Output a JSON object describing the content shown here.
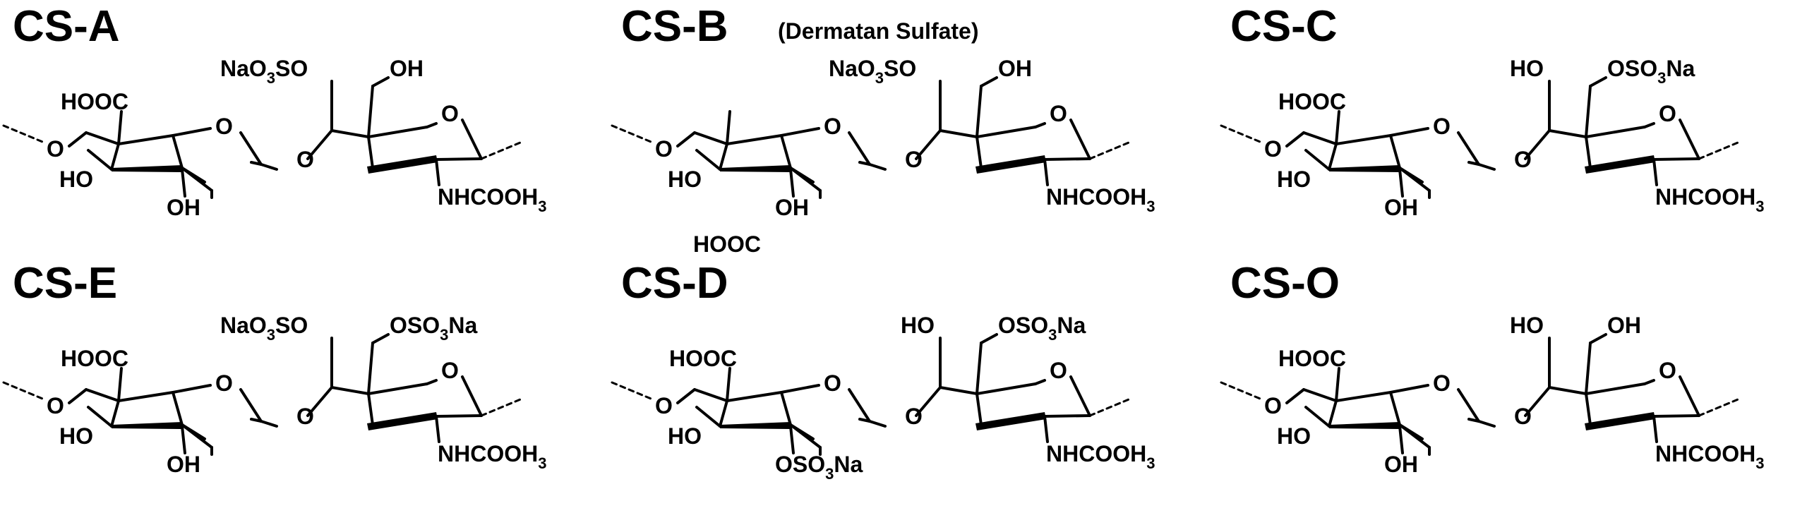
{
  "colors": {
    "ink": "#000000",
    "background": "#ffffff"
  },
  "panels": [
    {
      "title": "CS-A",
      "note": "",
      "labels": {
        "linkO": "O",
        "ho": "HO",
        "oh": "OH",
        "cooh": "HOOC",
        "ring1_o": "O",
        "bridge_o": "O",
        "ring2_o": "O",
        "sub4_pre": "NaO",
        "sub4_s1": "3",
        "sub4_post": "SO",
        "sub6_pre": "OH",
        "sub6_s1": "",
        "sub6_post": "",
        "nh_pre": "NHCOOH",
        "nh_s": "3",
        "sub2_pre": "",
        "sub2_s": "",
        "sub2_post": ""
      }
    },
    {
      "title": "CS-B",
      "note": "(Dermatan Sulfate)",
      "labels": {
        "linkO": "O",
        "ho": "HO",
        "oh": "OH",
        "cooh": "HOOC",
        "ring1_o": "O",
        "bridge_o": "O",
        "ring2_o": "O",
        "sub4_pre": "NaO",
        "sub4_s1": "3",
        "sub4_post": "SO",
        "sub6_pre": "OH",
        "sub6_s1": "",
        "sub6_post": "",
        "nh_pre": "NHCOOH",
        "nh_s": "3",
        "sub2_pre": "",
        "sub2_s": "",
        "sub2_post": ""
      }
    },
    {
      "title": "CS-C",
      "note": "",
      "labels": {
        "linkO": "O",
        "ho": "HO",
        "oh": "OH",
        "cooh": "HOOC",
        "ring1_o": "O",
        "bridge_o": "O",
        "ring2_o": "O",
        "sub4_pre": "HO",
        "sub4_s1": "",
        "sub4_post": "",
        "sub6_pre": "OSO",
        "sub6_s1": "3",
        "sub6_post": "Na",
        "nh_pre": "NHCOOH",
        "nh_s": "3",
        "sub2_pre": "",
        "sub2_s": "",
        "sub2_post": ""
      }
    },
    {
      "title": "CS-E",
      "note": "",
      "labels": {
        "linkO": "O",
        "ho": "HO",
        "oh": "OH",
        "cooh": "HOOC",
        "ring1_o": "O",
        "bridge_o": "O",
        "ring2_o": "O",
        "sub4_pre": "NaO",
        "sub4_s1": "3",
        "sub4_post": "SO",
        "sub6_pre": "OSO",
        "sub6_s1": "3",
        "sub6_post": "Na",
        "nh_pre": "NHCOOH",
        "nh_s": "3",
        "sub2_pre": "",
        "sub2_s": "",
        "sub2_post": ""
      }
    },
    {
      "title": "CS-D",
      "note": "",
      "labels": {
        "linkO": "O",
        "ho": "HO",
        "oh": "",
        "cooh": "HOOC",
        "ring1_o": "O",
        "bridge_o": "O",
        "ring2_o": "O",
        "sub4_pre": "HO",
        "sub4_s1": "",
        "sub4_post": "",
        "sub6_pre": "OSO",
        "sub6_s1": "3",
        "sub6_post": "Na",
        "nh_pre": "NHCOOH",
        "nh_s": "3",
        "sub2_pre": "OSO",
        "sub2_s": "3",
        "sub2_post": "Na"
      }
    },
    {
      "title": "CS-O",
      "note": "",
      "labels": {
        "linkO": "O",
        "ho": "HO",
        "oh": "OH",
        "cooh": "HOOC",
        "ring1_o": "O",
        "bridge_o": "O",
        "ring2_o": "O",
        "sub4_pre": "HO",
        "sub4_s1": "",
        "sub4_post": "",
        "sub6_pre": "OH",
        "sub6_s1": "",
        "sub6_post": "",
        "nh_pre": "NHCOOH",
        "nh_s": "3",
        "sub2_pre": "",
        "sub2_s": "",
        "sub2_post": ""
      }
    }
  ]
}
